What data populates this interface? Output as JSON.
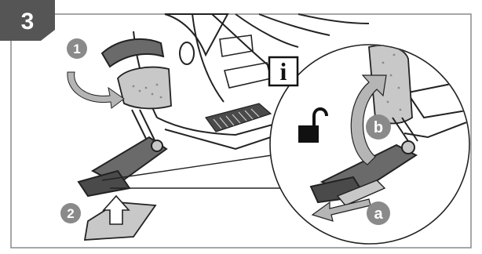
{
  "step": {
    "number": "3"
  },
  "callouts": {
    "one": "1",
    "two": "2",
    "a": "a",
    "b": "b"
  },
  "info_icon": {
    "glyph": "i",
    "name": "info-icon"
  },
  "colors": {
    "badge": "#555555",
    "callout_fill": "#8a8a8a",
    "arrow_fill": "#b5b5b5",
    "line": "#222222",
    "gray_part": "#c8c8c8",
    "dark_part": "#6a6a6a"
  }
}
